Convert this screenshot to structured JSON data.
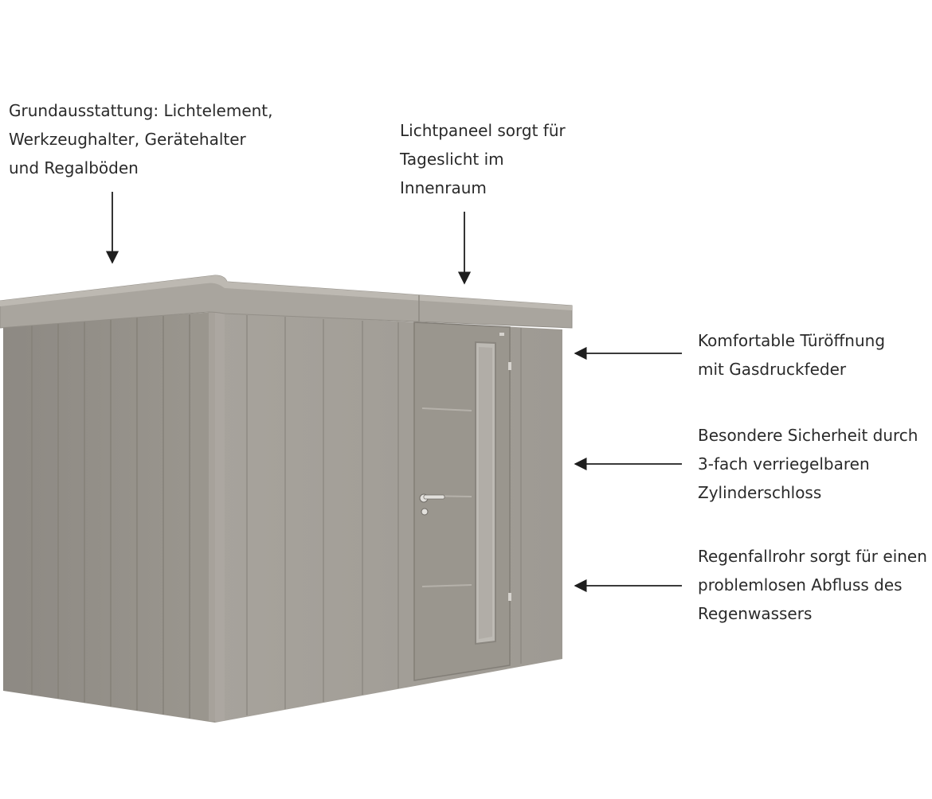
{
  "callouts": {
    "basic_equipment": {
      "lines": [
        "Grundausstattung: Lichtelement,",
        "Werkzeughalter, Gerätehalter",
        "und Regalböden"
      ]
    },
    "light_panel": {
      "lines": [
        "Lichtpaneel sorgt für",
        "Tageslicht im",
        "Innenraum"
      ]
    },
    "door_opening": {
      "lines": [
        "Komfortable Türöffnung",
        "mit Gasdruckfeder"
      ]
    },
    "security_lock": {
      "lines": [
        "Besondere Sicherheit durch",
        "3-fach verriegelbaren",
        "Zylinderschloss"
      ]
    },
    "rain_downpipe": {
      "lines": [
        "Regenfallrohr sorgt für einen",
        "problemlosen Abfluss des",
        "Regenwassers"
      ]
    }
  },
  "colors": {
    "shed_front": "#a39f98",
    "shed_side": "#938f88",
    "roof_trim": "#a7a39c",
    "groove": "#8c8881",
    "door": "#9b978f",
    "window": "#b9b6b0",
    "arrow": "#1e1e1e",
    "text": "#2a2a2a"
  }
}
